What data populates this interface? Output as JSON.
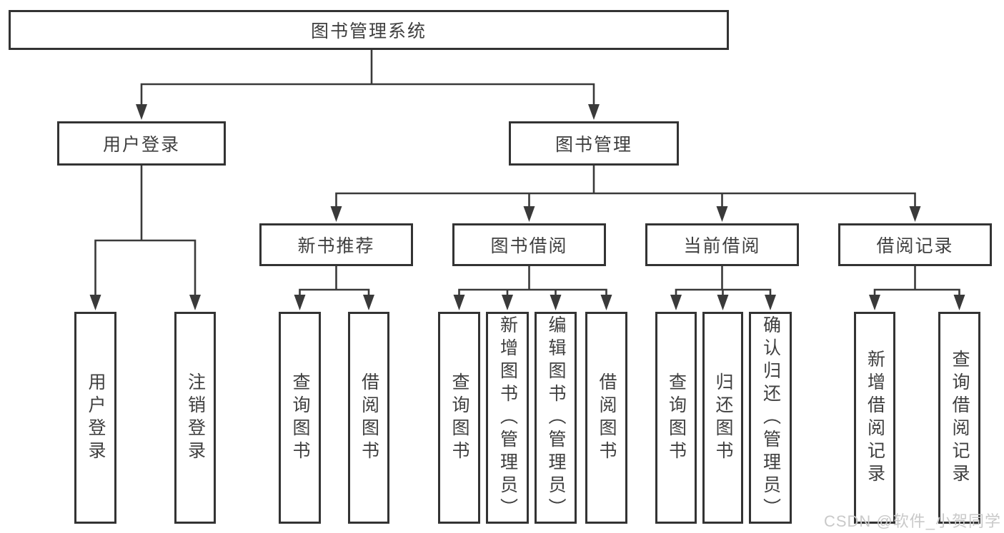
{
  "diagram": {
    "type": "hierarchy-tree",
    "nodes": {
      "root": {
        "label": "图书管理系统"
      },
      "level2": [
        {
          "label": "用户登录"
        },
        {
          "label": "图书管理"
        }
      ],
      "level3": [
        {
          "label": "新书推荐",
          "parent": "图书管理"
        },
        {
          "label": "图书借阅",
          "parent": "图书管理"
        },
        {
          "label": "当前借阅",
          "parent": "图书管理"
        },
        {
          "label": "借阅记录",
          "parent": "图书管理"
        }
      ],
      "leaves": [
        {
          "label": "用户登录",
          "parent": "用户登录"
        },
        {
          "label": "注销登录",
          "parent": "用户登录"
        },
        {
          "label": "查询图书",
          "parent": "新书推荐"
        },
        {
          "label": "借阅图书",
          "parent": "新书推荐"
        },
        {
          "label": "查询图书",
          "parent": "图书借阅"
        },
        {
          "label": "新增图书（管理员）",
          "parent": "图书借阅"
        },
        {
          "label": "编辑图书（管理员）",
          "parent": "图书借阅"
        },
        {
          "label": "借阅图书",
          "parent": "图书借阅"
        },
        {
          "label": "查询图书",
          "parent": "当前借阅"
        },
        {
          "label": "归还图书",
          "parent": "当前借阅"
        },
        {
          "label": "确认归还（管理员）",
          "parent": "当前借阅"
        },
        {
          "label": "新增借阅记录",
          "parent": "借阅记录"
        },
        {
          "label": "查询借阅记录",
          "parent": "借阅记录"
        }
      ]
    },
    "colors": {
      "line": "#3a3a3a",
      "box_border": "#333333",
      "box_fill": "#ffffff",
      "text": "#3f3f3f",
      "background": "#ffffff",
      "watermark": "#c9c9c9"
    }
  },
  "watermark": {
    "text": "CSDN @软件_小贺同学"
  }
}
